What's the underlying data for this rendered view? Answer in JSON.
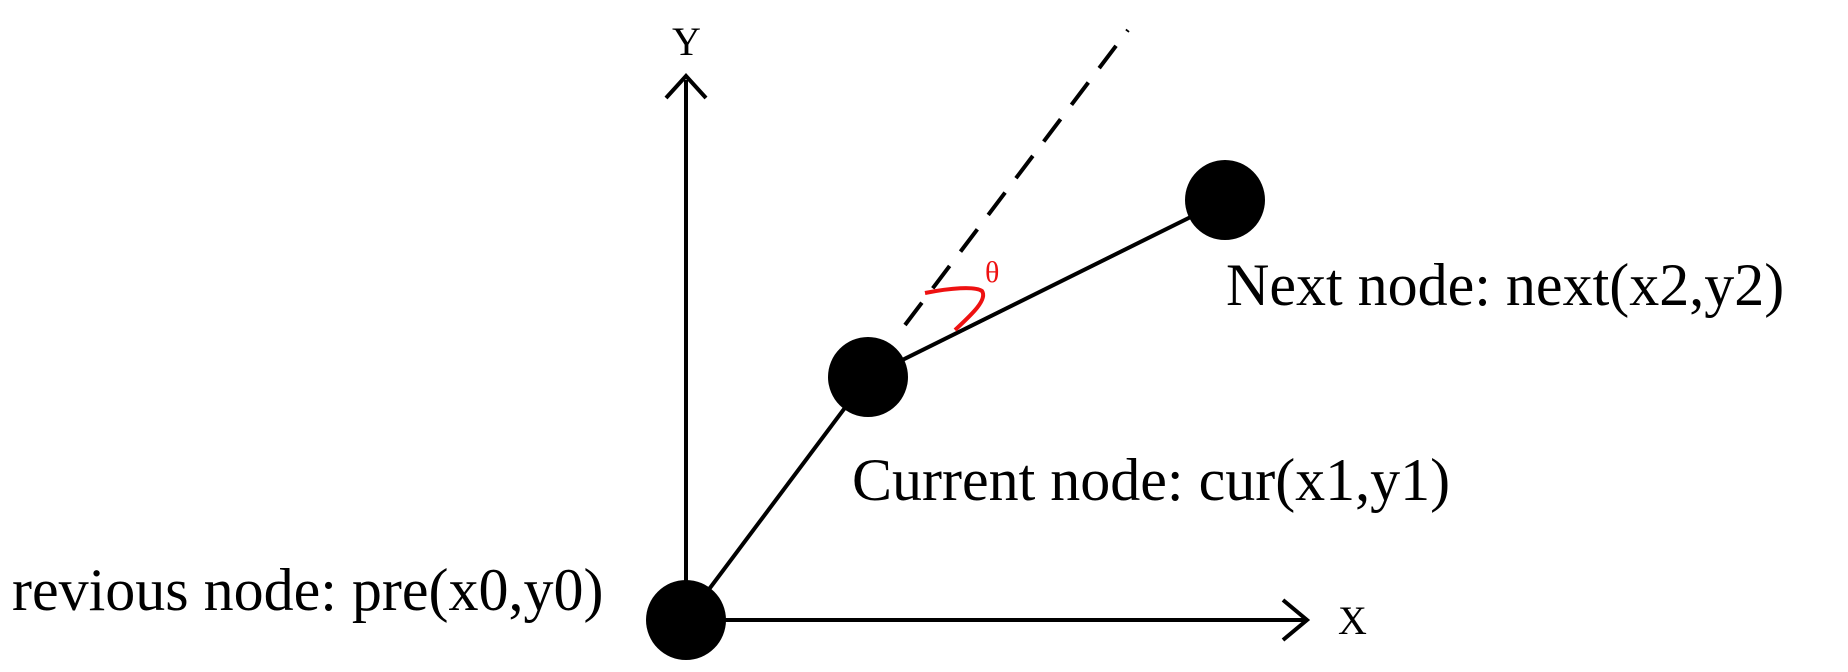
{
  "axes": {
    "x_label": "X",
    "y_label": "Y"
  },
  "nodes": {
    "previous": "revious node: pre(x0,y0)",
    "current": "Current node: cur(x1,y1)",
    "next": "Next node: next(x2,y2)"
  },
  "angle": {
    "label": "θ"
  },
  "colors": {
    "lines": "#000000",
    "nodes": "#000000",
    "angle_mark": "#ee1111"
  }
}
